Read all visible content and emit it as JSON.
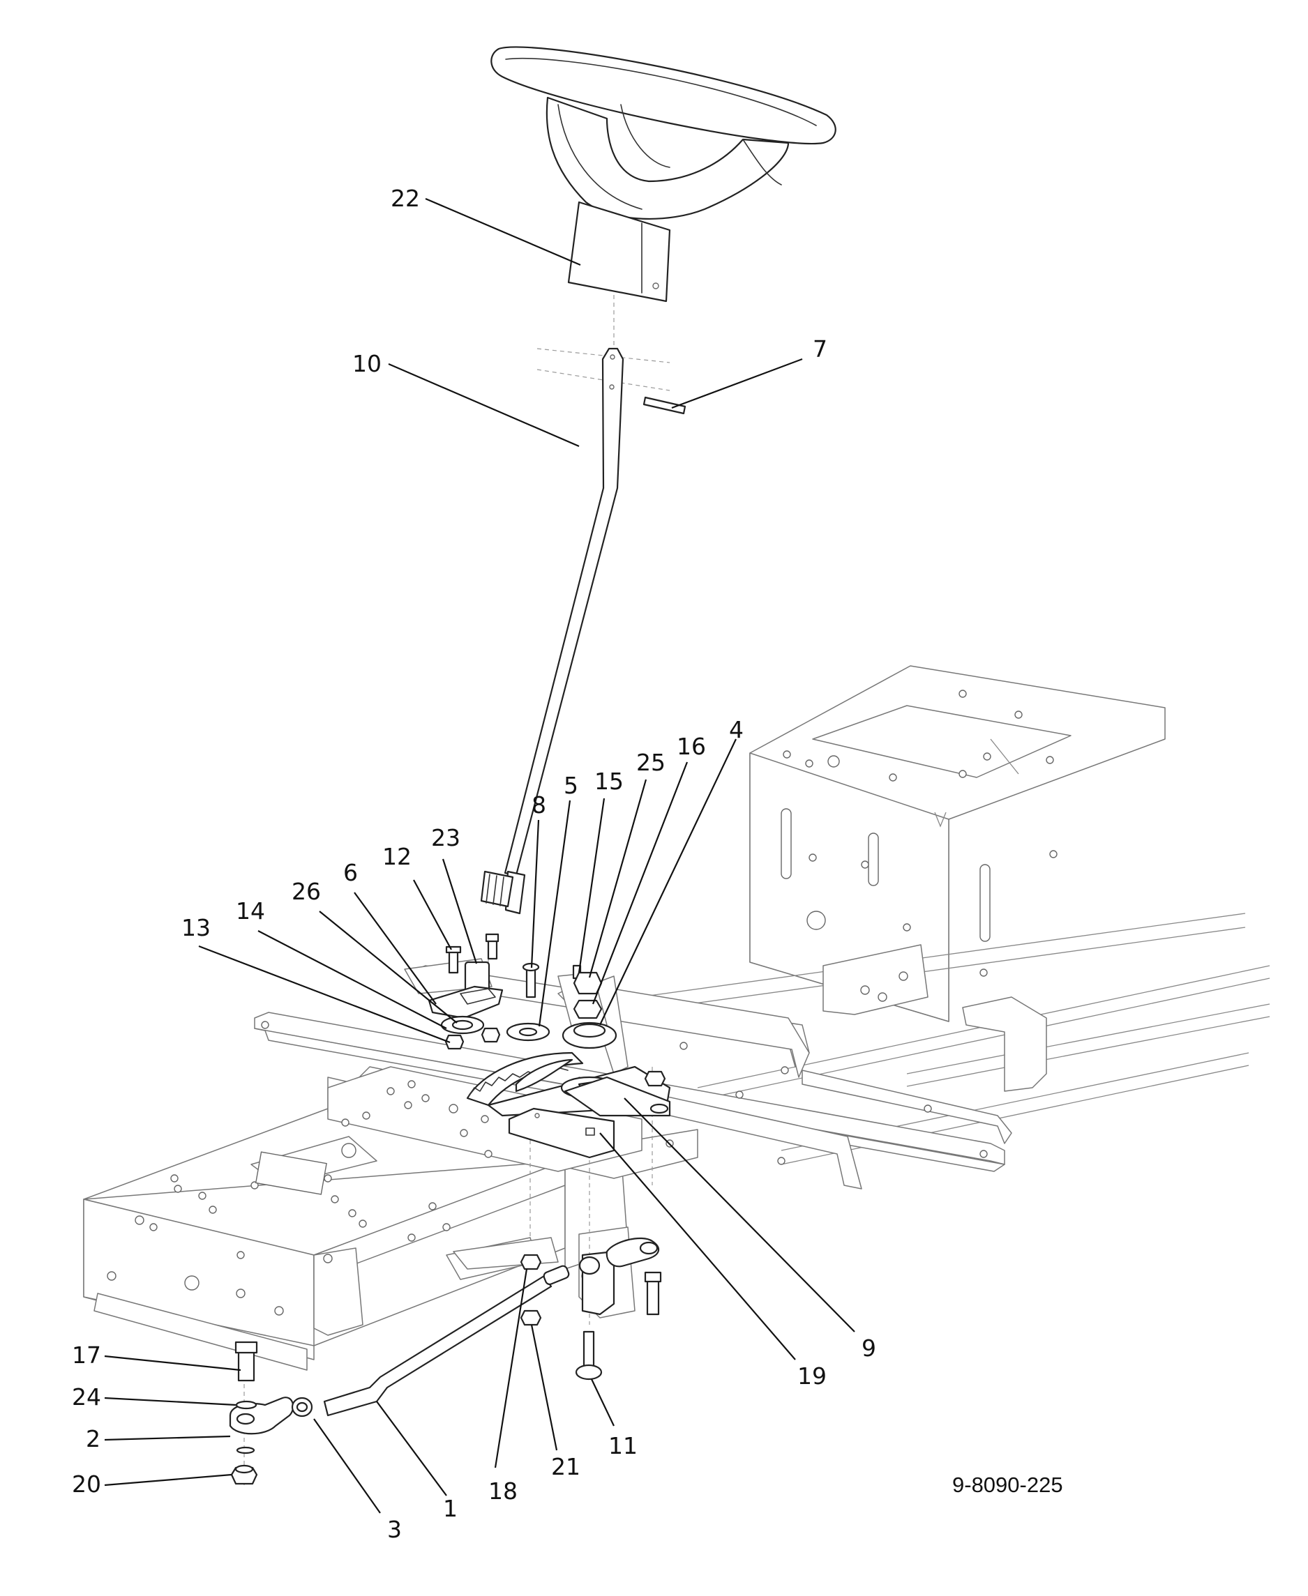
{
  "drawing_code": "9-8090-225",
  "callouts": [
    {
      "label": "22"
    },
    {
      "label": "10"
    },
    {
      "label": "7"
    },
    {
      "label": "4"
    },
    {
      "label": "16"
    },
    {
      "label": "25"
    },
    {
      "label": "15"
    },
    {
      "label": "5"
    },
    {
      "label": "8"
    },
    {
      "label": "23"
    },
    {
      "label": "12"
    },
    {
      "label": "6"
    },
    {
      "label": "26"
    },
    {
      "label": "14"
    },
    {
      "label": "13"
    },
    {
      "label": "9"
    },
    {
      "label": "19"
    },
    {
      "label": "17"
    },
    {
      "label": "24"
    },
    {
      "label": "2"
    },
    {
      "label": "20"
    },
    {
      "label": "3"
    },
    {
      "label": "1"
    },
    {
      "label": "18"
    },
    {
      "label": "21"
    },
    {
      "label": "11"
    }
  ]
}
